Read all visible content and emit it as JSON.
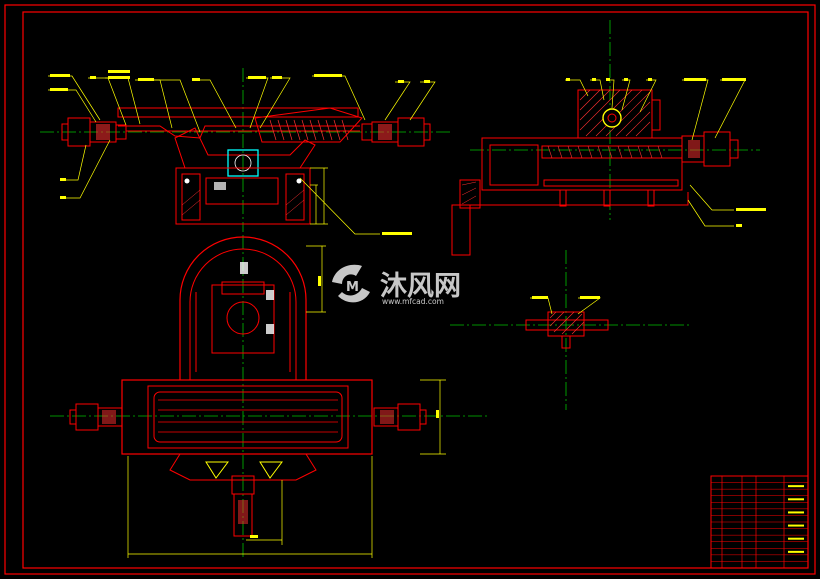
{
  "watermark": {
    "brand_cn": "沐风网",
    "brand_url": "www.mfcad.com"
  },
  "colors": {
    "background": "#000000",
    "border": "#ff0000",
    "outline": "#ff0000",
    "centerline": "#00c000",
    "dimension": "#ffff00",
    "hatch": "#ff2020",
    "leader_text": "#ffff00",
    "accent_cyan": "#00ffff",
    "white_detail": "#ffffff",
    "watermark": "#ffffff"
  },
  "views": {
    "front": "front-elevation-view",
    "side": "side-section-view",
    "top": "plan-view",
    "detail": "detail-view"
  },
  "title_block": {
    "rows": 14
  }
}
